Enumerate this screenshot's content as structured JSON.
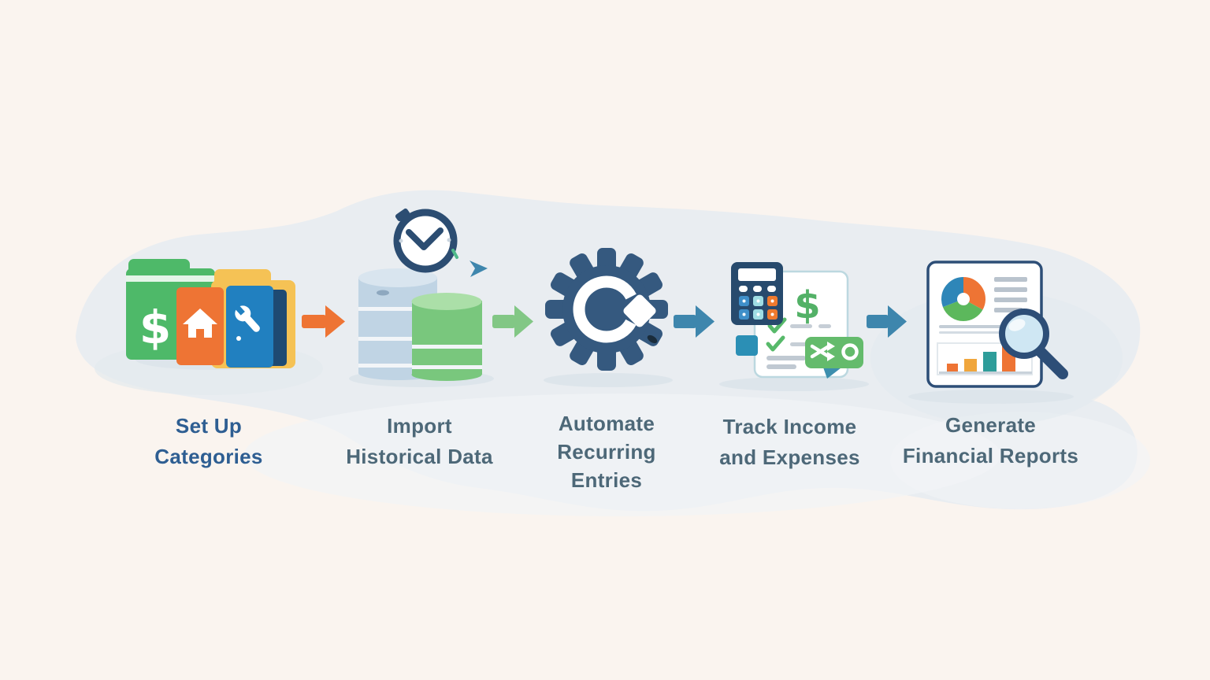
{
  "diagram": {
    "type": "process-flow",
    "step_count": 5,
    "steps": [
      {
        "id": "set-up-categories",
        "label": "Set Up Categories",
        "lines": [
          "Set Up",
          "Categories"
        ],
        "icon": "folders-icon",
        "icon_text": "$",
        "icon_elements": [
          "green-folder",
          "orange-card-home",
          "blue-card-wrench",
          "yellow-folder"
        ],
        "label_color": "#2e5e92"
      },
      {
        "id": "import-historical-data",
        "label": "Import Historical Data",
        "lines": [
          "Import",
          "Historical Data"
        ],
        "icon": "database-clock-icon",
        "icon_elements": [
          "blue-database-cylinder",
          "green-database-cylinder",
          "clock",
          "small-blue-arrow"
        ],
        "label_color": "#4d6878"
      },
      {
        "id": "automate-recurring-entries",
        "label": "Automate Recurring Entries",
        "lines": [
          "Automate",
          "Recurring",
          "Entries"
        ],
        "icon": "gear-sync-icon",
        "icon_elements": [
          "gear",
          "circular-arrow",
          "diamond-arrowhead"
        ],
        "label_color": "#4d6878"
      },
      {
        "id": "track-income-and-expenses",
        "label": "Track Income and Expenses",
        "lines": [
          "Track Income",
          "and Expenses"
        ],
        "icon": "calculator-ledger-icon",
        "icon_text": "$",
        "icon_elements": [
          "calculator",
          "ledger-document",
          "checkmarks",
          "green-transfer-bubble",
          "teal-square"
        ],
        "label_color": "#4d6878"
      },
      {
        "id": "generate-financial-reports",
        "label": "Generate Financial Reports",
        "lines": [
          "Generate",
          "Financial Reports"
        ],
        "icon": "report-magnifier-icon",
        "icon_elements": [
          "report-document",
          "donut-chart",
          "bar-chart",
          "magnifying-glass"
        ],
        "icon_pie_colors": [
          "#ee7434",
          "#5cb85c",
          "#2e86b8"
        ],
        "icon_bar_colors": [
          "#ee7434",
          "#f0a63c",
          "#2e9d9a",
          "#ee7434"
        ],
        "label_color": "#4d6878"
      }
    ],
    "connectors": [
      {
        "from": "set-up-categories",
        "to": "import-historical-data",
        "direction": "right",
        "color": "#ee7434"
      },
      {
        "from": "import-historical-data",
        "to": "automate-recurring-entries",
        "direction": "right",
        "color": "#82c785"
      },
      {
        "from": "automate-recurring-entries",
        "to": "track-income-and-expenses",
        "direction": "right",
        "color": "#3e86ad"
      },
      {
        "from": "track-income-and-expenses",
        "to": "generate-financial-reports",
        "direction": "right",
        "color": "#3e86ad"
      }
    ],
    "colors": {
      "bg": "#faf4ef",
      "blob": "#e9edf1",
      "blobLight": "#f1f4f6",
      "shadow": "#dde5eb",
      "navy": "#2c4d72",
      "steel": "#35597f",
      "textPrimary": "#2e5e92",
      "textSlate": "#4d6878",
      "green": "#4eb969",
      "green2": "#53b167",
      "greenArrow": "#82c785",
      "greenCyl": "#79c77d",
      "greenCylTop": "#abdfa8",
      "greenBubble": "#64bb6c",
      "orange": "#ee7434",
      "amber": "#f0a63c",
      "yellow": "#f5c255",
      "blue": "#2180c0",
      "blueArrow": "#3e86ad",
      "teal": "#2b8fb5",
      "tealBar": "#2e9d9a",
      "cylBody": "#c0d4e4",
      "cylTop": "#d9e5ef",
      "lens": "#cfe7f3",
      "grayLine": "#c3cdd6",
      "docBorder": "#bcd8e0",
      "navyDeep": "#1e4a73"
    }
  }
}
